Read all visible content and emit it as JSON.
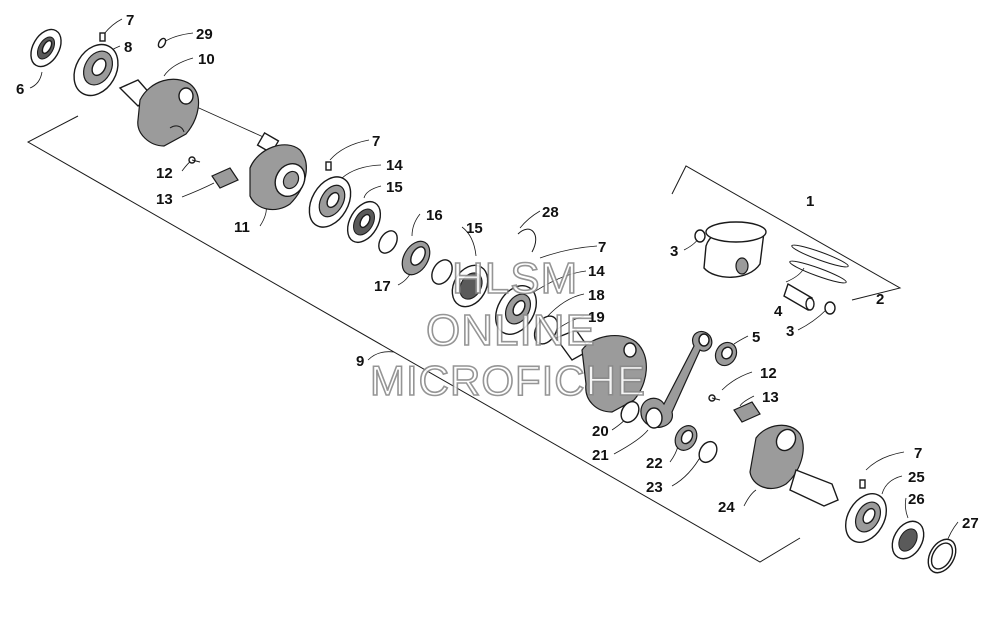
{
  "diagram": {
    "callouts": [
      {
        "id": "c7a",
        "text": "7"
      },
      {
        "id": "c29",
        "text": "29"
      },
      {
        "id": "c8",
        "text": "8"
      },
      {
        "id": "c10",
        "text": "10"
      },
      {
        "id": "c6",
        "text": "6"
      },
      {
        "id": "c7b",
        "text": "7"
      },
      {
        "id": "c14a",
        "text": "14"
      },
      {
        "id": "c12a",
        "text": "12"
      },
      {
        "id": "c15a",
        "text": "15"
      },
      {
        "id": "c13a",
        "text": "13"
      },
      {
        "id": "c11",
        "text": "11"
      },
      {
        "id": "c16",
        "text": "16"
      },
      {
        "id": "c28",
        "text": "28"
      },
      {
        "id": "c15b",
        "text": "15"
      },
      {
        "id": "c7c",
        "text": "7"
      },
      {
        "id": "c17",
        "text": "17"
      },
      {
        "id": "c14b",
        "text": "14"
      },
      {
        "id": "c18",
        "text": "18"
      },
      {
        "id": "c19",
        "text": "19"
      },
      {
        "id": "c1",
        "text": "1"
      },
      {
        "id": "c3a",
        "text": "3"
      },
      {
        "id": "c2",
        "text": "2"
      },
      {
        "id": "c4",
        "text": "4"
      },
      {
        "id": "c3b",
        "text": "3"
      },
      {
        "id": "c5",
        "text": "5"
      },
      {
        "id": "c9",
        "text": "9"
      },
      {
        "id": "c12b",
        "text": "12"
      },
      {
        "id": "c13b",
        "text": "13"
      },
      {
        "id": "c20",
        "text": "20"
      },
      {
        "id": "c21",
        "text": "21"
      },
      {
        "id": "c22",
        "text": "22"
      },
      {
        "id": "c23",
        "text": "23"
      },
      {
        "id": "c7d",
        "text": "7"
      },
      {
        "id": "c25",
        "text": "25"
      },
      {
        "id": "c24",
        "text": "24"
      },
      {
        "id": "c26",
        "text": "26"
      },
      {
        "id": "c27",
        "text": "27"
      }
    ]
  },
  "watermark": {
    "line1": "HLSM",
    "line2": "ONLINE",
    "line3": "MICROFICHE"
  }
}
